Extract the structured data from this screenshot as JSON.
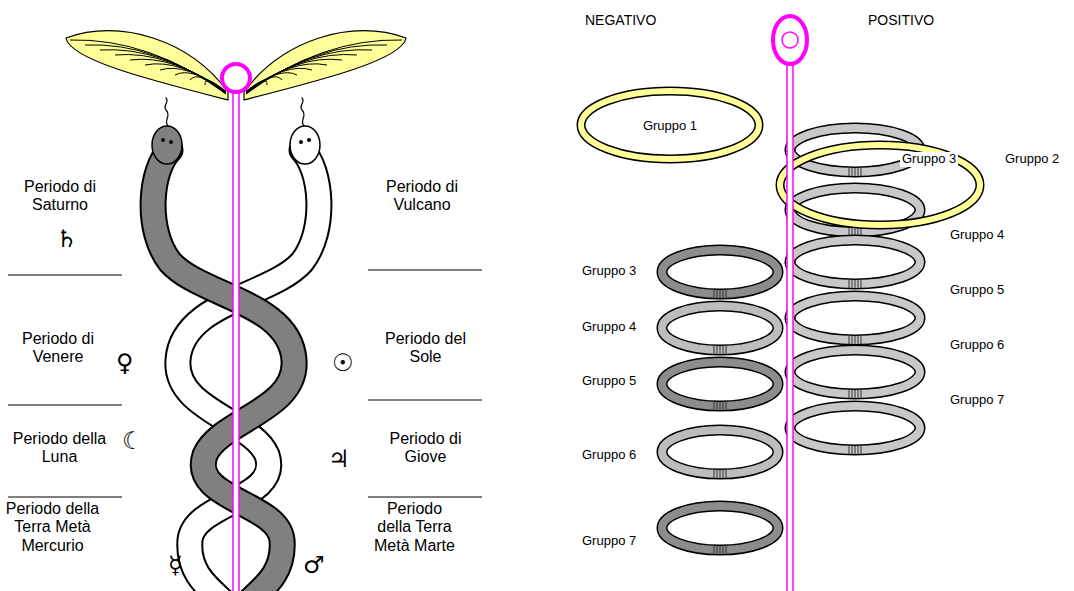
{
  "diagram": {
    "nodes": [
      {
        "text": [
          "Gruppo 1"
        ]
      }
    ],
    "labels": [
      "Periodo di Saturno",
      "♄",
      "Periodo di Vulcano",
      "Periodo di Venere",
      "♀",
      "☉",
      "Periodo del Sole",
      "Periodo della Luna",
      "☾",
      "♃",
      "Periodo di Giove",
      "Periodo della Terra Metà Mercurio",
      "☿",
      "♂",
      "Periodo della Terra Metà Marte",
      "NEGATIVO",
      "POSITIVO",
      "Gruppo 3",
      "Gruppo 2",
      "Gruppo 4",
      "Gruppo 5",
      "Gruppo 6",
      "Gruppo 7",
      "Gruppo 3",
      "Gruppo 4",
      "Gruppo 5",
      "Gruppo 6",
      "Gruppo 7"
    ]
  }
}
